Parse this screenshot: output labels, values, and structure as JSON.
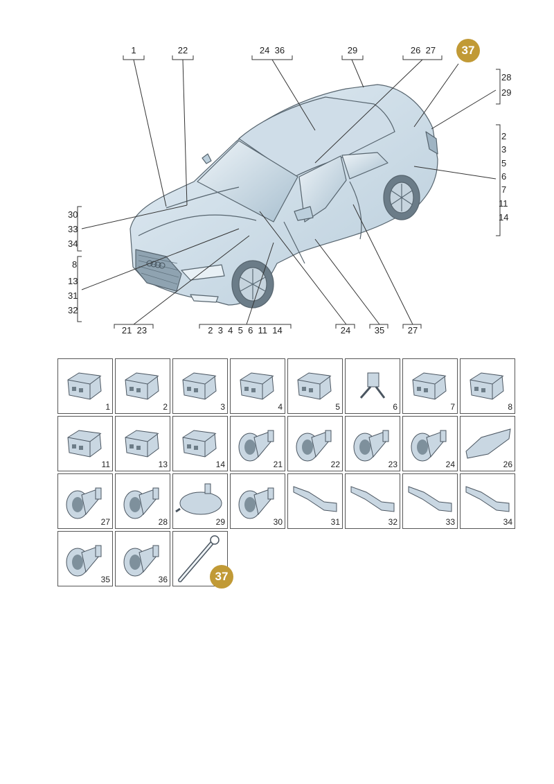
{
  "callouts_top": [
    "1",
    "22",
    "24  36",
    "29",
    "26  27"
  ],
  "callouts_right_top": [
    "28",
    "29"
  ],
  "callouts_right": [
    "2",
    "3",
    "5",
    "6",
    "7",
    "11",
    "14"
  ],
  "callouts_left_a": [
    "30",
    "33",
    "34"
  ],
  "callouts_left_b": [
    "8",
    "13",
    "31",
    "32"
  ],
  "callouts_bottom": [
    "21  23",
    "2  3  4  5  6  11  14",
    "24",
    "35",
    "27"
  ],
  "highlight_number": "37",
  "colors": {
    "accent": "#c19a36",
    "car_fill": "#d5e2ec",
    "part_fill": "#c9d7e2"
  },
  "parts": [
    {
      "num": "1",
      "icon": "connector-housing-icon"
    },
    {
      "num": "2",
      "icon": "connector-housing-icon"
    },
    {
      "num": "3",
      "icon": "connector-housing-icon"
    },
    {
      "num": "4",
      "icon": "connector-housing-icon"
    },
    {
      "num": "5",
      "icon": "connector-housing-icon"
    },
    {
      "num": "6",
      "icon": "plug-terminal-icon"
    },
    {
      "num": "7",
      "icon": "connector-housing-icon"
    },
    {
      "num": "8",
      "icon": "connector-housing-icon"
    },
    {
      "num": "11",
      "icon": "connector-housing-icon"
    },
    {
      "num": "13",
      "icon": "connector-housing-icon"
    },
    {
      "num": "14",
      "icon": "connector-housing-icon"
    },
    {
      "num": "21",
      "icon": "grommet-icon"
    },
    {
      "num": "22",
      "icon": "grommet-icon"
    },
    {
      "num": "23",
      "icon": "grommet-icon"
    },
    {
      "num": "24",
      "icon": "grommet-icon"
    },
    {
      "num": "26",
      "icon": "seal-strip-icon"
    },
    {
      "num": "27",
      "icon": "grommet-icon"
    },
    {
      "num": "28",
      "icon": "grommet-icon"
    },
    {
      "num": "29",
      "icon": "seal-plate-icon"
    },
    {
      "num": "30",
      "icon": "grommet-icon"
    },
    {
      "num": "31",
      "icon": "bracket-icon"
    },
    {
      "num": "32",
      "icon": "bracket-icon"
    },
    {
      "num": "33",
      "icon": "bracket-icon"
    },
    {
      "num": "34",
      "icon": "bracket-icon"
    },
    {
      "num": "35",
      "icon": "grommet-icon"
    },
    {
      "num": "36",
      "icon": "grommet-icon"
    },
    {
      "num": "37",
      "icon": "release-tool-icon"
    }
  ]
}
